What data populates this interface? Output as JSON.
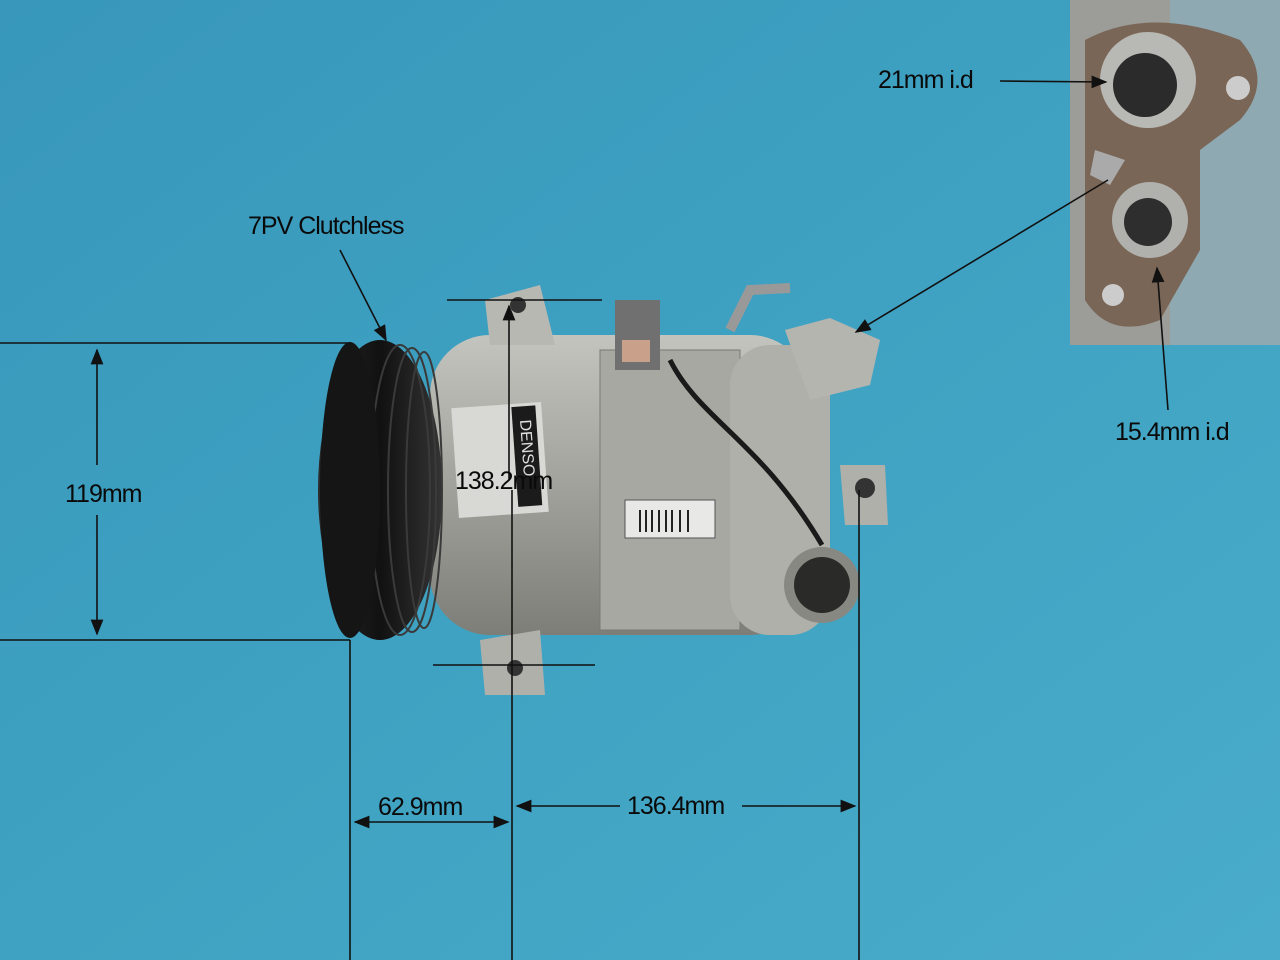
{
  "product": {
    "brand_text_on_label": "DENSO"
  },
  "annotations": {
    "pulley": "7PV Clutchless",
    "height": "119mm",
    "mount_spacing": "138.2mm",
    "pulley_to_mount": "62.9mm",
    "mount_to_rear": "136.4mm",
    "large_port": "21mm i.d",
    "small_port": "15.4mm i.d"
  },
  "colors": {
    "background": "#3a9dbf",
    "annotation": "#111111",
    "compressor_body": "#9a9a94",
    "pulley": "#1a1a1a",
    "port_flange": "#7a6656"
  }
}
